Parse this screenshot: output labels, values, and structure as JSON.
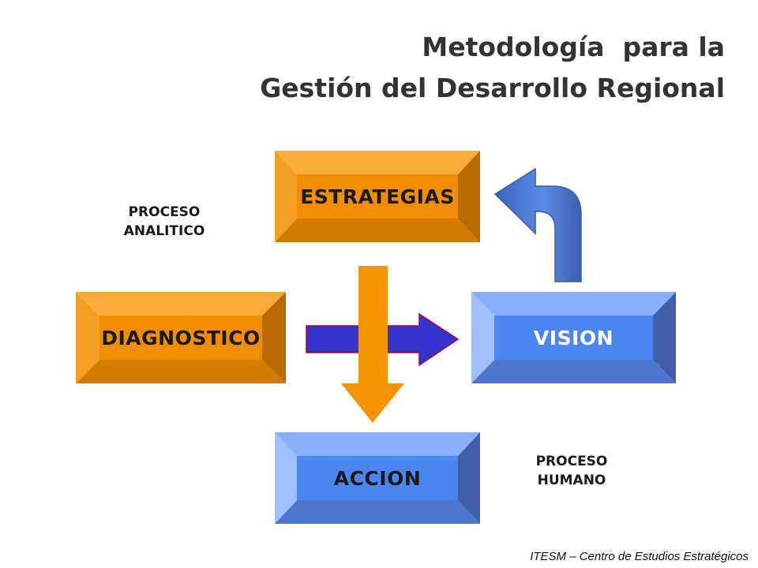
{
  "title": {
    "line1": "Metodología  para la",
    "line2": "Gestión del Desarrollo Regional"
  },
  "boxes": {
    "estrategias": {
      "label": "ESTRATEGIAS",
      "theme": "orange"
    },
    "diagnostico": {
      "label": "DIAGNOSTICO",
      "theme": "orange"
    },
    "vision": {
      "label": "VISION",
      "theme": "blue"
    },
    "accion": {
      "label": "ACCION",
      "theme": "blue"
    }
  },
  "side_labels": {
    "analitico": {
      "line1": "PROCESO",
      "line2": "ANALITICO"
    },
    "humano": {
      "line1": "PROCESO",
      "line2": "HUMANO"
    }
  },
  "colors": {
    "orange": {
      "face": "#F08E00",
      "top": "#F9AC3A",
      "left": "#F49F23",
      "right": "#B96A00",
      "bottom": "#D27B00"
    },
    "blue": {
      "face": "#4A86F0",
      "top": "#88B0FA",
      "left": "#9EC0FC",
      "right": "#3F5FA8",
      "bottom": "#4C76D0"
    },
    "arrow_down": "#F29500",
    "arrow_right": "#3434CC",
    "arrow_right_outline": "#B5003A",
    "arrow_curve": "#4C7BD6"
  },
  "footer": "ITESM – Centro de Estudios Estratégicos"
}
